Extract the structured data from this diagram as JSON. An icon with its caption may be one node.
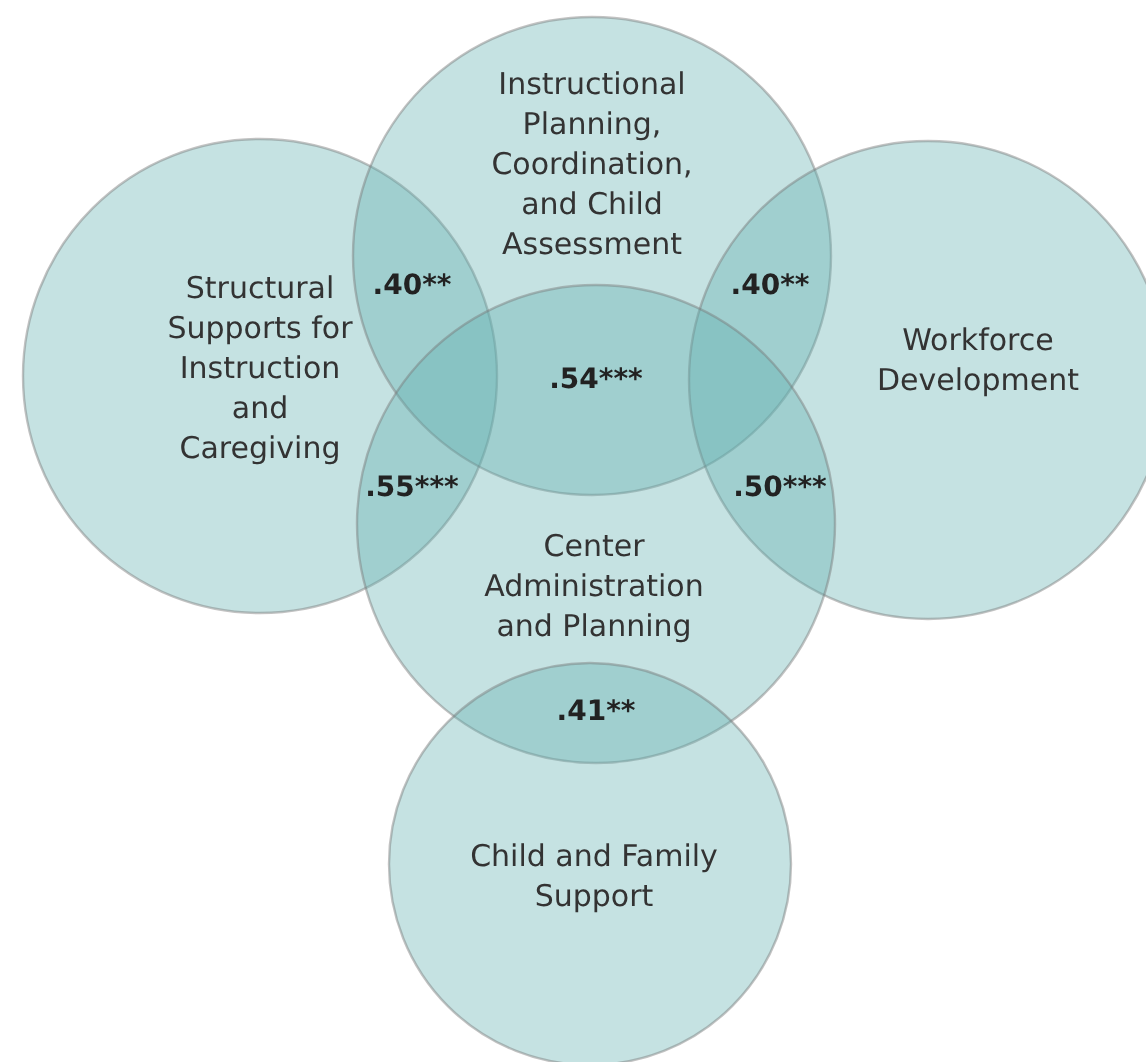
{
  "diagram": {
    "nodes": [
      {
        "text": [
          "Structural Supports for Instruction and Caregiving"
        ]
      },
      {
        "text": [
          "Instructional Planning, Coordination, and Child Assessment"
        ]
      },
      {
        "text": [
          "Workforce Development"
        ]
      },
      {
        "text": [
          "Center Administration and Planning"
        ]
      },
      {
        "text": [
          "Child and Family Support"
        ]
      }
    ],
    "labels": [
      ".40**",
      ".40**",
      ".54***",
      ".55***",
      ".50***",
      ".41**"
    ]
  }
}
